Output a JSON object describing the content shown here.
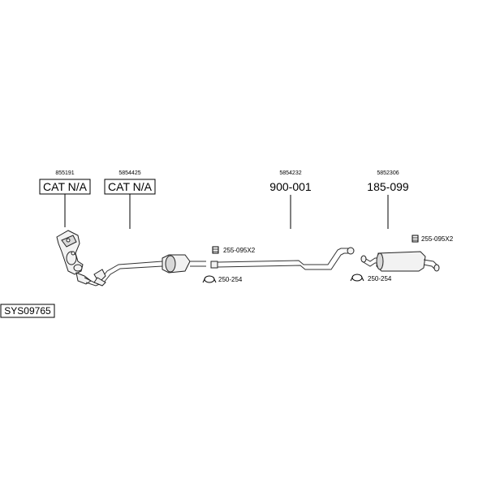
{
  "system_id": "SYS09765",
  "parts": [
    {
      "oem": "855191",
      "code": "CAT N/A"
    },
    {
      "oem": "5854425",
      "code": "CAT N/A"
    },
    {
      "oem": "5854232",
      "code": "900-001"
    },
    {
      "oem": "5852306",
      "code": "185-099"
    }
  ],
  "fittings": [
    {
      "icon": "bolt-kit-icon",
      "label": "255-095X2"
    },
    {
      "icon": "clamp-ring-icon",
      "label": "250-254"
    },
    {
      "icon": "bolt-kit-icon",
      "label": "255-095X2"
    },
    {
      "icon": "clamp-ring-icon",
      "label": "250-254"
    }
  ]
}
